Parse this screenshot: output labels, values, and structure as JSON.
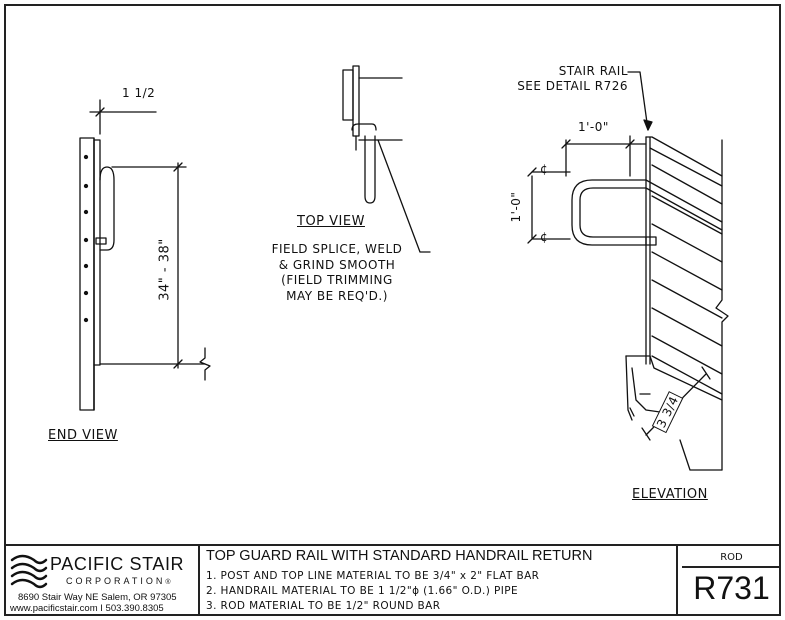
{
  "drawing": {
    "end_view": {
      "title": "END VIEW",
      "dim_top": "1 1/2",
      "dim_height": "34\" - 38\""
    },
    "top_view": {
      "title": "TOP VIEW",
      "note_lines": [
        "FIELD SPLICE, WELD",
        "& GRIND SMOOTH",
        "(FIELD TRIMMING",
        "MAY BE REQ'D.)"
      ]
    },
    "elevation": {
      "title": "ELEVATION",
      "callout_lines": [
        "STAIR RAIL",
        "SEE DETAIL R726"
      ],
      "dim_horizontal": "1'-0\"",
      "dim_vertical": "1'-0\"",
      "dim_diagonal": "3 3/4",
      "centerline_symbol": "¢"
    }
  },
  "title_block": {
    "company_name": "PACIFIC STAIR",
    "company_sub": "CORPORATION",
    "registered": "®",
    "address": "8690 Stair Way NE Salem, OR 97305",
    "contact": "www.pacificstair.com  I  503.390.8305",
    "title": "TOP GUARD RAIL WITH STANDARD HANDRAIL RETURN",
    "notes": [
      "1. POST AND TOP LINE MATERIAL TO BE 3/4\" x 2\" FLAT BAR",
      "2. HANDRAIL MATERIAL TO BE 1 1/2\"ϕ (1.66\" O.D.) PIPE",
      "3. ROD MATERIAL TO BE 1/2\" ROUND BAR"
    ],
    "category": "ROD",
    "code": "R731"
  }
}
